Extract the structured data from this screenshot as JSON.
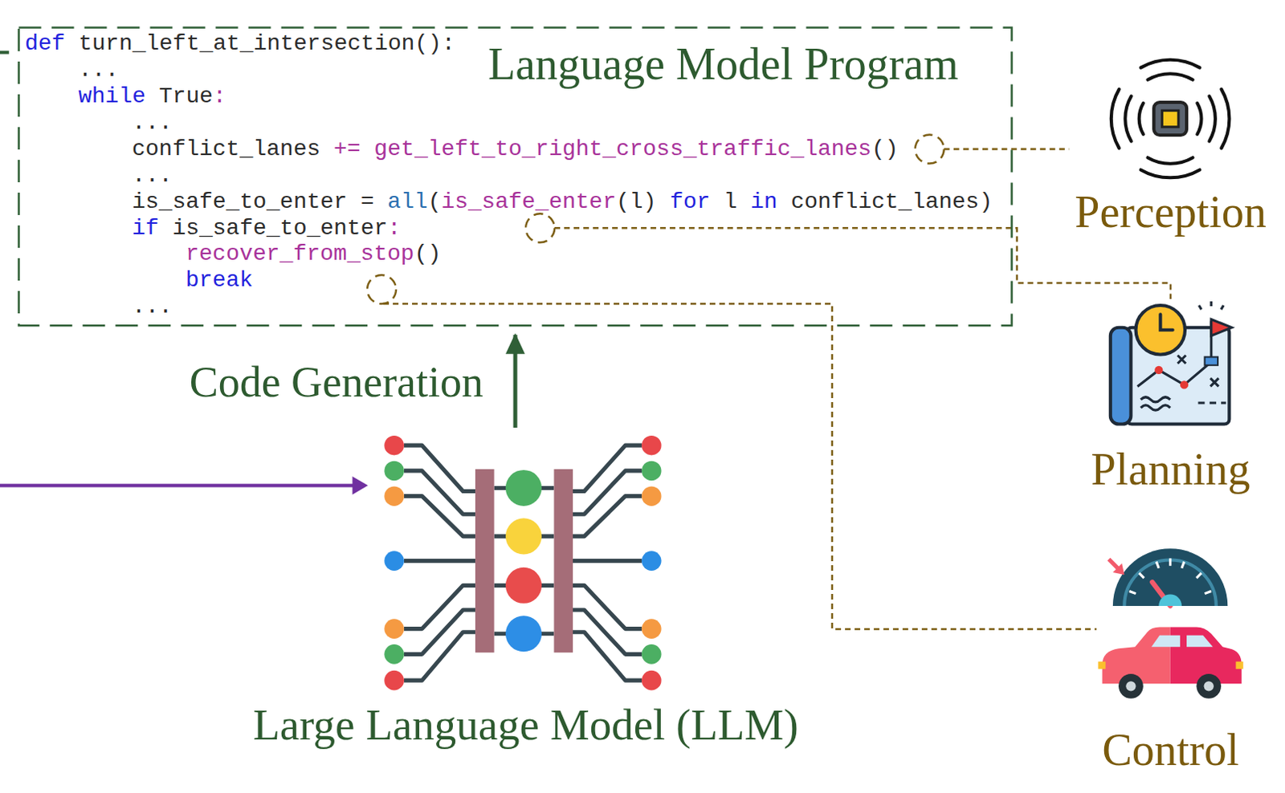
{
  "diagram": {
    "nodes": [
      {
        "text": [
          "Language Model Program",
          "def turn_left_at_intersection():",
          "...",
          "while True:",
          "...",
          "conflict_lanes += get_left_to_right_cross_traffic_lanes()",
          "...",
          "is_safe_to_enter = all(is_safe_enter(l) for l in conflict_lanes)",
          "if is_safe_to_enter:",
          "recover_from_stop()",
          "break",
          "..."
        ]
      },
      {
        "text": [
          "Large Language Model (LLM)"
        ]
      },
      {
        "text": [
          "Perception"
        ]
      },
      {
        "text": [
          "Planning"
        ]
      },
      {
        "text": [
          "Control"
        ]
      }
    ],
    "edges": [
      {
        "from": 1,
        "to": 0,
        "arrow": "to",
        "label": "Code Generation"
      },
      {
        "from": 0,
        "to": 2,
        "arrow": "none"
      },
      {
        "from": 0,
        "to": 3,
        "arrow": "none"
      },
      {
        "from": 0,
        "to": 4,
        "arrow": "none"
      }
    ]
  }
}
